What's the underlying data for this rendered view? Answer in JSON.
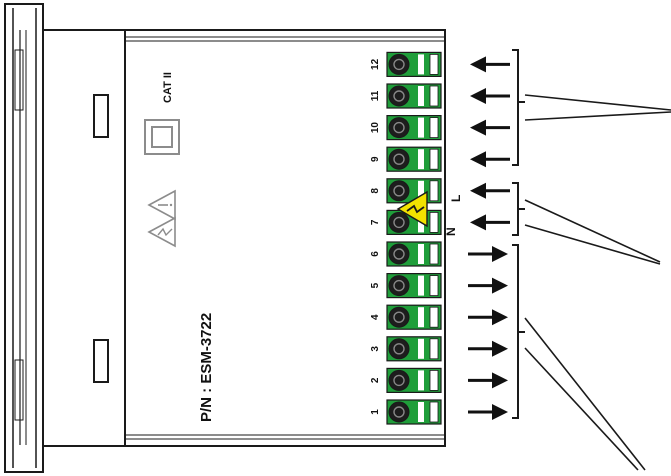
{
  "device": {
    "part_number": "P/N : ESM-3722",
    "category_label": "CAT II",
    "line_label": "L",
    "neutral_label": "N"
  },
  "terminals": [
    "1",
    "2",
    "3",
    "4",
    "5",
    "6",
    "7",
    "8",
    "9",
    "10",
    "11",
    "12"
  ],
  "terminal_roles": {
    "outputs": [
      "1",
      "2",
      "3",
      "4",
      "5",
      "6"
    ],
    "power": [
      "7",
      "8"
    ],
    "inputs": [
      "9",
      "10",
      "11",
      "12"
    ]
  },
  "colors": {
    "terminal_green": "#1f9e3a",
    "terminal_dark": "#1d1d1d",
    "warning_yellow": "#f2e200",
    "outline": "#1a1a1a",
    "symbol_gray": "#8c8c8c"
  }
}
